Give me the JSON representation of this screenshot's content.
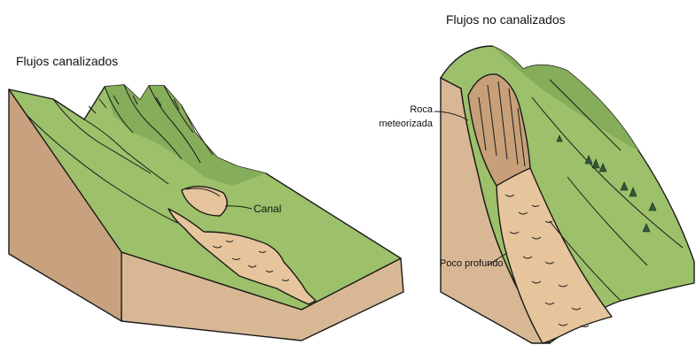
{
  "labels": {
    "left_title": "Flujos canalizados",
    "right_title": "Flujos no canalizados",
    "canal": "Canal",
    "roca_line1": "Roca",
    "roca_line2": "meteorizada",
    "poco_profundo": "Poco profundo"
  },
  "colors": {
    "grass": "#9dc06a",
    "grass_dark": "#6f9a46",
    "earth": "#d8b894",
    "earth_dark": "#b88f68",
    "debris": "#e6c59c",
    "rock": "#c7a079",
    "outline": "#1a1a1a",
    "tree": "#2e5d3a"
  }
}
